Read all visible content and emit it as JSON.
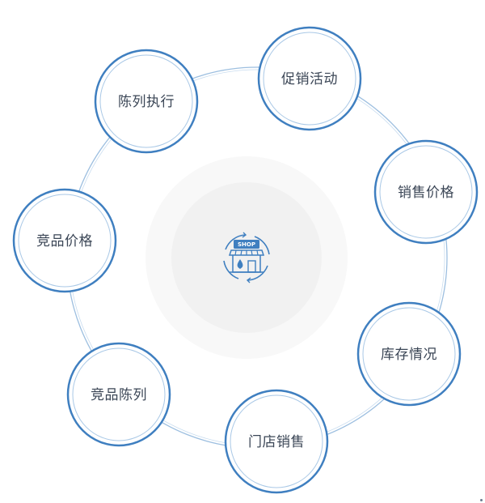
{
  "center": {
    "icon": "shop-icon",
    "sign_text": "SHOP"
  },
  "nodes": [
    {
      "id": "promotion",
      "label": "促销活动"
    },
    {
      "id": "sales-price",
      "label": "销售价格"
    },
    {
      "id": "inventory",
      "label": "库存情况"
    },
    {
      "id": "store-sales",
      "label": "门店销售"
    },
    {
      "id": "competitor-display",
      "label": "竞品陈列"
    },
    {
      "id": "competitor-price",
      "label": "竞品价格"
    },
    {
      "id": "display-execution",
      "label": "陈列执行"
    }
  ],
  "colors": {
    "accent": "#3f7fc0",
    "ring": "#9dbfe0",
    "text": "#3b4656",
    "halo_outer": "#f7f7f7",
    "halo_inner": "#f0f0f0"
  }
}
